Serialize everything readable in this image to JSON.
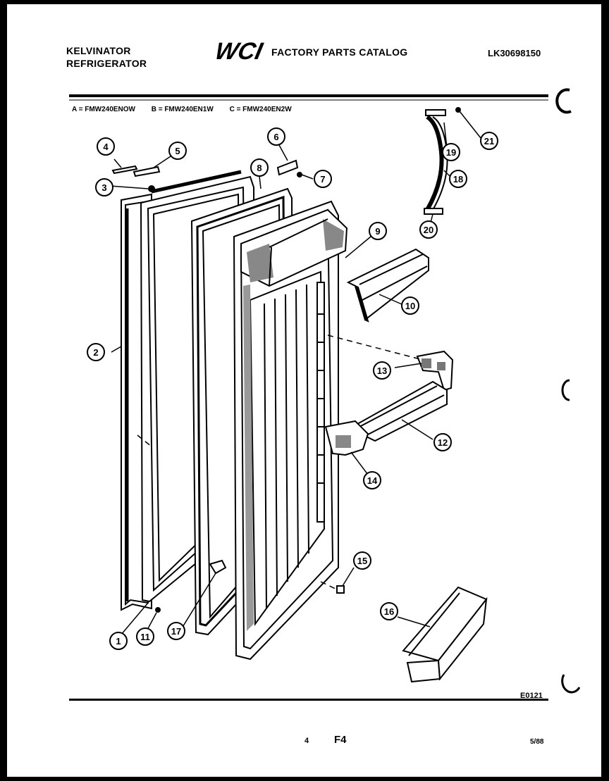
{
  "header": {
    "brand_line1": "KELVINATOR",
    "brand_line2": "REFRIGERATOR",
    "logo_text": "WCI",
    "catalog_title": "FACTORY PARTS CATALOG",
    "catalog_number": "LK30698150"
  },
  "models": {
    "a": "A = FMW240ENOW",
    "b": "B = FMW240EN1W",
    "c": "C = FMW240EN2W"
  },
  "callouts": [
    "1",
    "2",
    "3",
    "4",
    "5",
    "6",
    "7",
    "8",
    "9",
    "10",
    "11",
    "12",
    "13",
    "14",
    "15",
    "16",
    "17",
    "18",
    "19",
    "20",
    "21"
  ],
  "footer": {
    "diagram_code": "E0121",
    "page_number": "4",
    "section": "F4",
    "date": "5/88"
  }
}
